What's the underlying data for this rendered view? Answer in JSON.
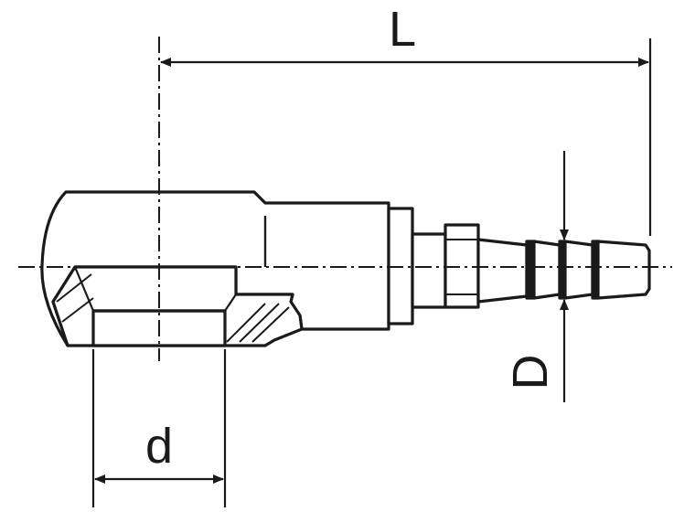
{
  "labels": {
    "length": "L",
    "hole_diameter": "d",
    "hose_diameter": "D"
  },
  "colors": {
    "outline": "#1a1a1a",
    "body_fill": "#ffffff",
    "shade": "#dcdcdc",
    "background": "#ffffff"
  }
}
